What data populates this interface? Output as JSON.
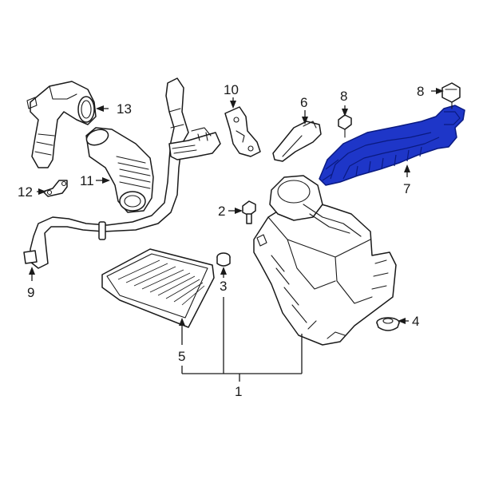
{
  "callouts": {
    "c1": "1",
    "c2": "2",
    "c3": "3",
    "c4": "4",
    "c5": "5",
    "c6": "6",
    "c7": "7",
    "c8": "8",
    "c9": "9",
    "c10": "10",
    "c11": "11",
    "c12": "12",
    "c13": "13"
  },
  "highlight_color": "#1e36c8",
  "highlighted_part": "7"
}
